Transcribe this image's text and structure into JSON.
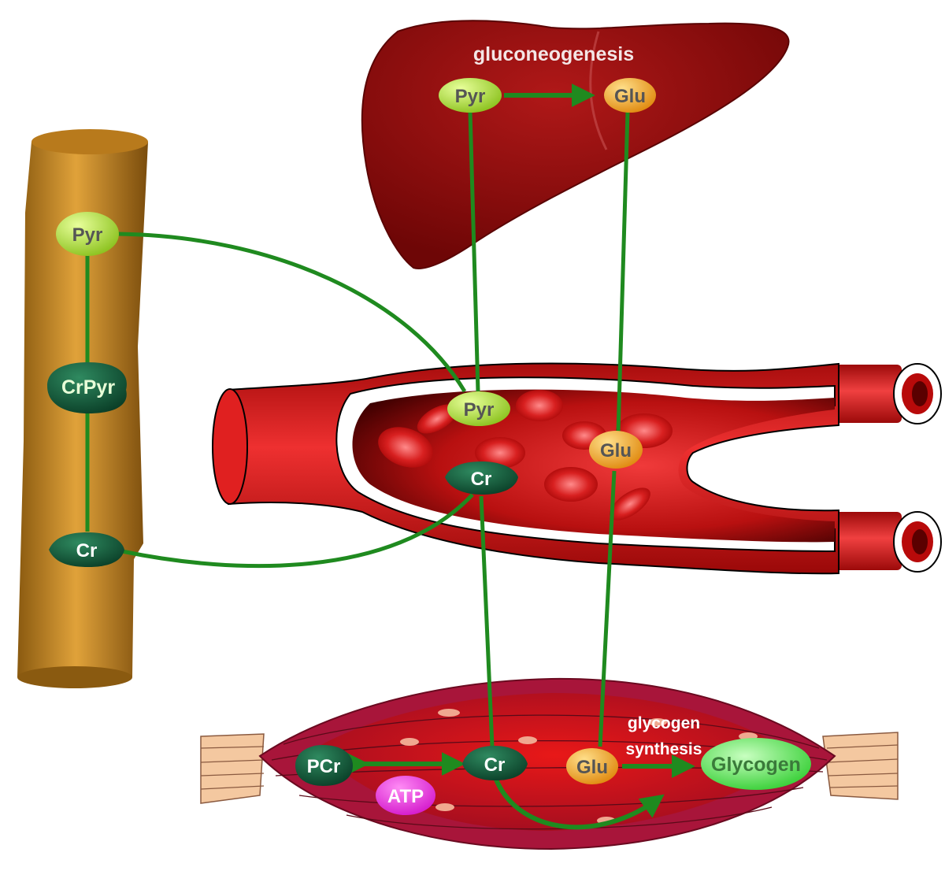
{
  "liver": {
    "process_label": "gluconeogenesis",
    "pyr": "Pyr",
    "glu": "Glu"
  },
  "fiber": {
    "pyr": "Pyr",
    "crpyr": "CrPyr",
    "cr": "Cr"
  },
  "blood": {
    "pyr": "Pyr",
    "glu": "Glu",
    "cr": "Cr"
  },
  "muscle": {
    "pcr": "PCr",
    "atp": "ATP",
    "cr": "Cr",
    "glu": "Glu",
    "process_label_line1": "glycogen",
    "process_label_line2": "synthesis",
    "glycogen": "Glycogen"
  },
  "colors": {
    "arrow": "#1f8a1f",
    "liver": "#8b0a0a",
    "fiber": "#c8891e",
    "vessel": "#d41a1a",
    "pyr_node": "#b5e03a",
    "glu_node": "#f2a524",
    "cr_node": "#0f5a3a",
    "atp_node": "#e82be0",
    "glycogen_node": "#3ee03e"
  }
}
